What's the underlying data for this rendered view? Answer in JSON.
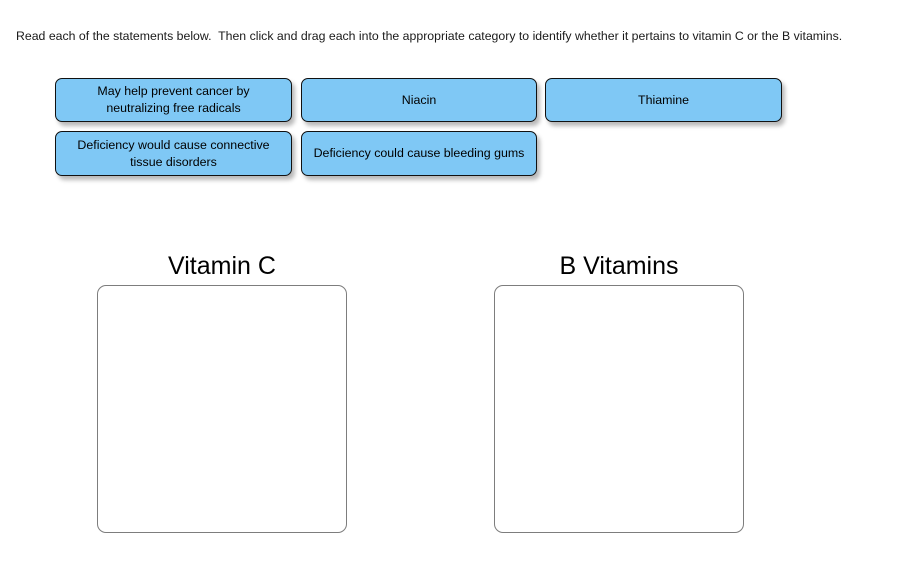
{
  "instructions": {
    "text": "Read each of the statements below.  Then click and drag each into the appropriate category to identify whether it pertains to vitamin C or the B vitamins."
  },
  "tiles": [
    {
      "id": "tile-free-radicals",
      "label": "May help prevent cancer by neutralizing free radicals",
      "column": 1,
      "row": 1
    },
    {
      "id": "tile-niacin",
      "label": "Niacin",
      "column": 2,
      "row": 1
    },
    {
      "id": "tile-thiamine",
      "label": "Thiamine",
      "column": 3,
      "row": 1
    },
    {
      "id": "tile-connective-tissue",
      "label": "Deficiency would cause connective tissue disorders",
      "column": 1,
      "row": 2
    },
    {
      "id": "tile-bleeding-gums",
      "label": "Deficiency could cause bleeding gums",
      "column": 2,
      "row": 2
    }
  ],
  "categories": [
    {
      "id": "vitamin-c",
      "title": "Vitamin C",
      "items": []
    },
    {
      "id": "b-vitamins",
      "title": "B Vitamins",
      "items": []
    }
  ],
  "colors": {
    "tile_fill": "#7FC8F5",
    "tile_border": "#111111",
    "dropzone_border": "#7d7d7d",
    "page_background": "#ffffff",
    "text": "#000000"
  }
}
